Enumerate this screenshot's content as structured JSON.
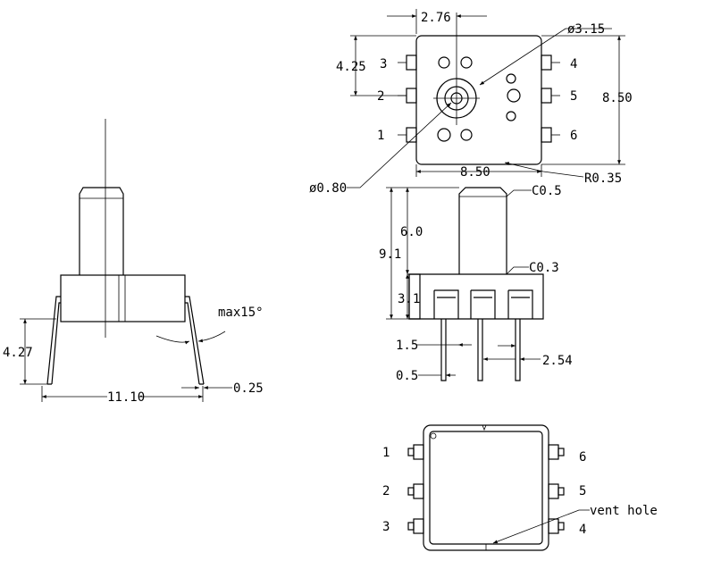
{
  "side_view": {
    "dim_height": "4.27",
    "dim_width": "11.10",
    "dim_lead": "0.25",
    "angle_note": "max15°"
  },
  "top_view": {
    "dim_offset": "2.76",
    "dim_port_dia": "ø3.15",
    "dim_top": "4.25",
    "dim_height": "8.50",
    "dim_width": "8.50",
    "dim_hole_dia": "ø0.80",
    "dim_radius": "R0.35",
    "pins_left": [
      "3",
      "2",
      "1"
    ],
    "pins_right": [
      "4",
      "5",
      "6"
    ]
  },
  "front_view": {
    "dim_total": "9.1",
    "dim_port": "6.0",
    "dim_body": "3.1",
    "chamfer_top": "C0.5",
    "chamfer_mid": "C0.3",
    "dim_lead_w": "1.5",
    "dim_pitch": "2.54",
    "dim_lead_t": "0.5"
  },
  "bottom_view": {
    "pins_left": [
      "1",
      "2",
      "3"
    ],
    "pins_right": [
      "6",
      "5",
      "4"
    ],
    "vent_label": "vent hole"
  }
}
